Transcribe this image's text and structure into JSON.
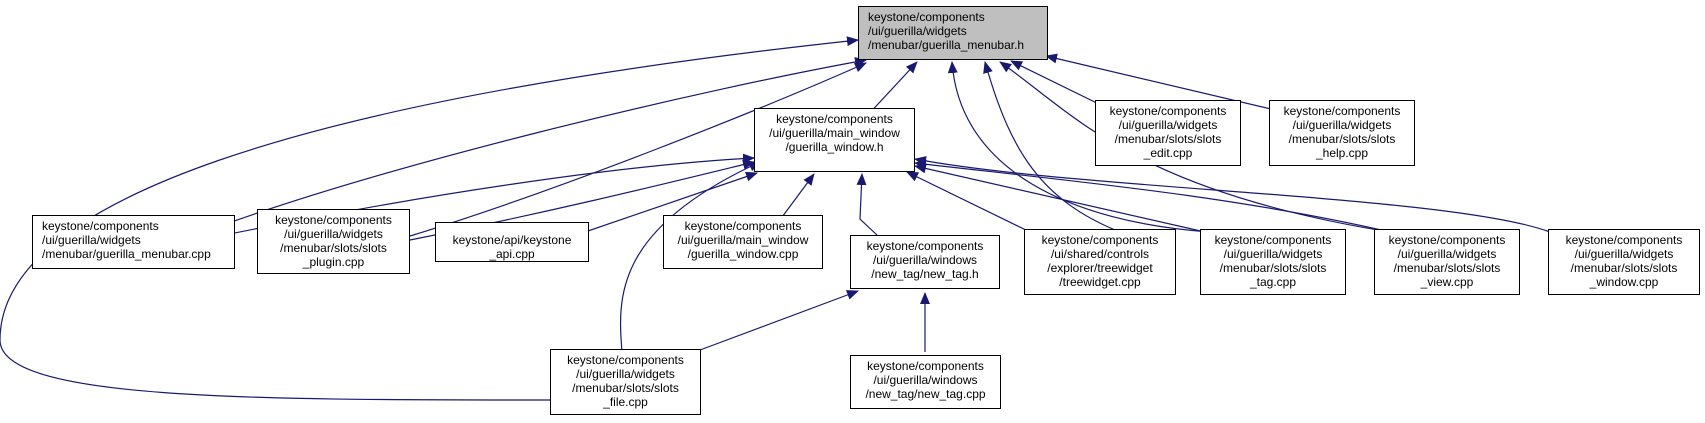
{
  "graph": {
    "root": {
      "lines": [
        "keystone/components",
        "/ui/guerilla/widgets",
        "/menubar/guerilla_menubar.h"
      ]
    },
    "nodes": {
      "guerilla_window_h": {
        "lines": [
          "keystone/components",
          "/ui/guerilla/main_window",
          "/guerilla_window.h"
        ]
      },
      "slots_edit_cpp": {
        "lines": [
          "keystone/components",
          "/ui/guerilla/widgets",
          "/menubar/slots/slots",
          "_edit.cpp"
        ]
      },
      "slots_help_cpp": {
        "lines": [
          "keystone/components",
          "/ui/guerilla/widgets",
          "/menubar/slots/slots",
          "_help.cpp"
        ]
      },
      "guerilla_menubar_cpp": {
        "lines": [
          "keystone/components",
          "/ui/guerilla/widgets",
          "/menubar/guerilla_menubar.cpp"
        ]
      },
      "slots_plugin_cpp": {
        "lines": [
          "keystone/components",
          "/ui/guerilla/widgets",
          "/menubar/slots/slots",
          "_plugin.cpp"
        ]
      },
      "keystone_api_cpp": {
        "lines": [
          "keystone/api/keystone",
          "_api.cpp"
        ]
      },
      "guerilla_window_cpp": {
        "lines": [
          "keystone/components",
          "/ui/guerilla/main_window",
          "/guerilla_window.cpp"
        ]
      },
      "new_tag_h": {
        "lines": [
          "keystone/components",
          "/ui/guerilla/windows",
          "/new_tag/new_tag.h"
        ]
      },
      "treewidget_cpp": {
        "lines": [
          "keystone/components",
          "/ui/shared/controls",
          "/explorer/treewidget",
          "/treewidget.cpp"
        ]
      },
      "slots_tag_cpp": {
        "lines": [
          "keystone/components",
          "/ui/guerilla/widgets",
          "/menubar/slots/slots",
          "_tag.cpp"
        ]
      },
      "slots_view_cpp": {
        "lines": [
          "keystone/components",
          "/ui/guerilla/widgets",
          "/menubar/slots/slots",
          "_view.cpp"
        ]
      },
      "slots_window_cpp": {
        "lines": [
          "keystone/components",
          "/ui/guerilla/widgets",
          "/menubar/slots/slots",
          "_window.cpp"
        ]
      },
      "slots_file_cpp": {
        "lines": [
          "keystone/components",
          "/ui/guerilla/widgets",
          "/menubar/slots/slots",
          "_file.cpp"
        ]
      },
      "new_tag_cpp": {
        "lines": [
          "keystone/components",
          "/ui/guerilla/windows",
          "/new_tag/new_tag.cpp"
        ]
      }
    },
    "colors": {
      "edge": "#191970",
      "border": "#000000",
      "root_fill": "#bfbfbf",
      "node_fill": "#ffffff"
    }
  }
}
